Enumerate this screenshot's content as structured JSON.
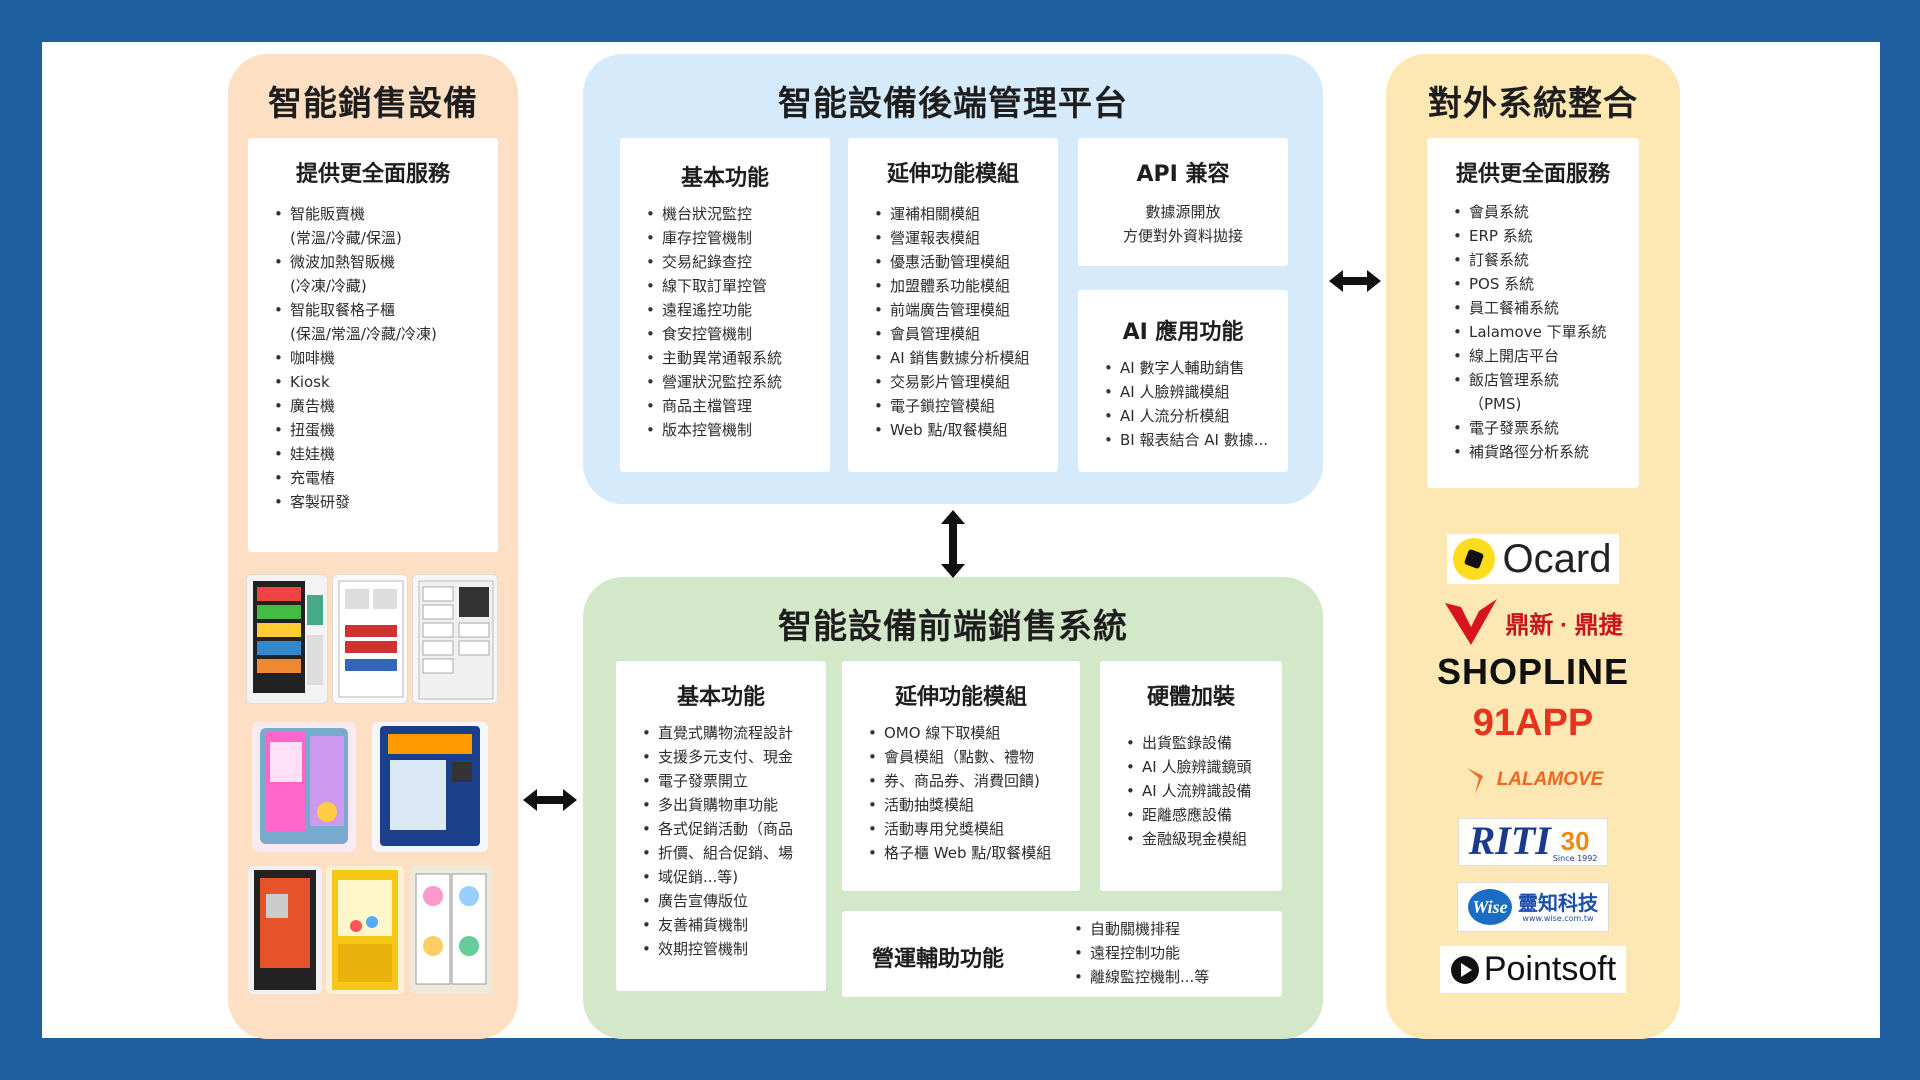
{
  "left": {
    "title": "智能銷售設備",
    "card_title": "提供更全面服務",
    "items": [
      {
        "label": "智能販賣機",
        "sub": "(常溫/冷藏/保溫)"
      },
      {
        "label": "微波加熱智販機",
        "sub": "(冷凍/冷藏)"
      },
      {
        "label": "智能取餐格子櫃",
        "sub": "(保溫/常溫/冷藏/冷凍)"
      },
      {
        "label": "咖啡機",
        "sub": ""
      },
      {
        "label": "Kiosk",
        "sub": ""
      },
      {
        "label": "廣告機",
        "sub": ""
      },
      {
        "label": "扭蛋機",
        "sub": ""
      },
      {
        "label": "娃娃機",
        "sub": ""
      },
      {
        "label": "充電樁",
        "sub": ""
      },
      {
        "label": "客製研發",
        "sub": ""
      }
    ]
  },
  "backend": {
    "title": "智能設備後端管理平台",
    "basic": {
      "title": "基本功能",
      "items": [
        "機台狀況監控",
        "庫存控管機制",
        "交易紀錄查控",
        "線下取訂單控管",
        "遠程遙控功能",
        "食安控管機制",
        "主動異常通報系統",
        "營運狀況監控系統",
        "商品主檔管理",
        "版本控管機制"
      ]
    },
    "extended": {
      "title": "延伸功能模組",
      "items": [
        "運補相關模組",
        "營運報表模組",
        "優惠活動管理模組",
        "加盟體系功能模組",
        "前端廣告管理模組",
        "會員管理模組",
        "AI 銷售數據分析模組",
        "交易影片管理模組",
        "電子鎖控管模組",
        "Web 點/取餐模組"
      ]
    },
    "api": {
      "title": "API 兼容",
      "line1": "數據源開放",
      "line2": "方便對外資料拋接"
    },
    "ai": {
      "title": "AI 應用功能",
      "items": [
        "AI 數字人輔助銷售",
        "AI 人臉辨識模組",
        "AI 人流分析模組",
        "BI 報表結合 AI 數據..."
      ]
    }
  },
  "frontend": {
    "title": "智能設備前端銷售系統",
    "basic": {
      "title": "基本功能",
      "items": [
        "直覺式購物流程設計",
        "支援多元支付、現金",
        "電子發票開立",
        "多出貨購物車功能",
        "各式促銷活動（商品",
        "折價、組合促銷、場",
        "域促銷...等)",
        "廣告宣傳版位",
        "友善補貨機制",
        "效期控管機制"
      ]
    },
    "extended": {
      "title": "延伸功能模組",
      "items": [
        "OMO 線下取模組",
        "會員模組（點數、禮物",
        "券、商品券、消費回饋)",
        "活動抽獎模組",
        "活動專用兌獎模組",
        "格子櫃 Web 點/取餐模組"
      ]
    },
    "hardware": {
      "title": "硬體加裝",
      "items": [
        "出貨監錄設備",
        "AI 人臉辨識鏡頭",
        "AI 人流辨識設備",
        "距離感應設備",
        "金融級現金模組"
      ]
    },
    "ops": {
      "title": "營運輔助功能",
      "items": [
        "自動關機排程",
        "遠程控制功能",
        "離線監控機制...等"
      ]
    }
  },
  "right": {
    "title": "對外系統整合",
    "card_title": "提供更全面服務",
    "items": [
      {
        "label": "會員系統",
        "sub": ""
      },
      {
        "label": "ERP 系統",
        "sub": ""
      },
      {
        "label": "訂餐系統",
        "sub": ""
      },
      {
        "label": "POS 系統",
        "sub": ""
      },
      {
        "label": "員工餐補系統",
        "sub": ""
      },
      {
        "label": "Lalamove 下單系統",
        "sub": ""
      },
      {
        "label": "線上開店平台",
        "sub": ""
      },
      {
        "label": "飯店管理系統",
        "sub": "（PMS)"
      },
      {
        "label": "電子發票系統",
        "sub": ""
      },
      {
        "label": "補貨路徑分析系統",
        "sub": ""
      }
    ],
    "logos": {
      "ocard": "Ocard",
      "dingxin": "鼎新 · 鼎捷",
      "shopline": "SHOPLINE",
      "app91": "91APP",
      "lalamove": "LALAMOVE",
      "riti": "RITI",
      "riti_30": "30",
      "riti_since": "Since 1992",
      "wise": "Wise",
      "wise_cn": "靈知科技",
      "wise_url": "www.wise.com.tw",
      "pointsoft": "Pointsoft"
    }
  },
  "colors": {
    "left_panel": "#fde0c3",
    "right_panel": "#fde8b3",
    "backend_panel": "#d5eafb",
    "frontend_panel": "#d3e7c9",
    "frame": "#1f5fa0"
  }
}
